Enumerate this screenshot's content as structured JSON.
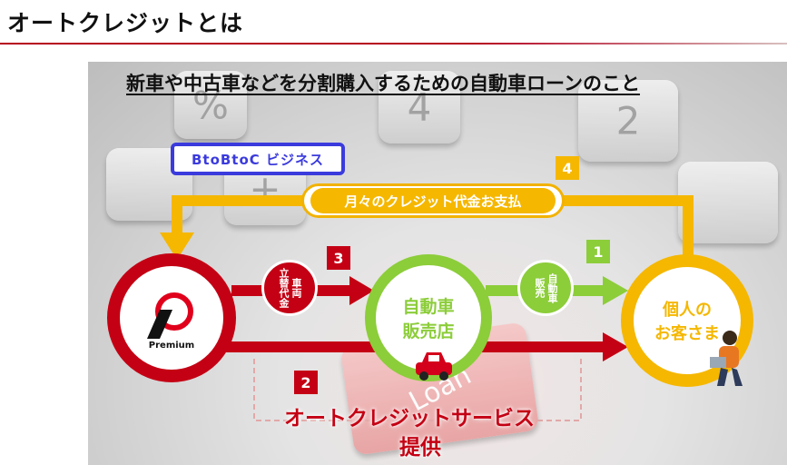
{
  "page": {
    "title": "オートクレジットとは",
    "subtitle": "新車や中古車などを分割購入するための自動車ローンのこと"
  },
  "diagram": {
    "btob_label": "BtoBtoC ビジネス",
    "steps": {
      "s1": "1",
      "s2": "2",
      "s3": "3",
      "s4": "4"
    },
    "monthly_payment": "月々のクレジット代金お支払",
    "premium_label": "Premium",
    "dealer": {
      "line1": "自動車",
      "line2": "販売店"
    },
    "customer": {
      "line1": "個人の",
      "line2": "お客さま"
    },
    "advance_payment": {
      "col1": "車両",
      "col2": "立替代金"
    },
    "car_sale": {
      "col1": "自動車",
      "col2": "販売"
    },
    "service": {
      "line1": "オートクレジットサービス",
      "line2": "提供"
    },
    "loan_key": "Loan",
    "calc_keys": [
      "%",
      "4",
      "2",
      "+"
    ]
  },
  "colors": {
    "red": "#c40014",
    "green": "#8ccd3a",
    "yellow": "#f5b700",
    "blue": "#3b3bdd"
  }
}
